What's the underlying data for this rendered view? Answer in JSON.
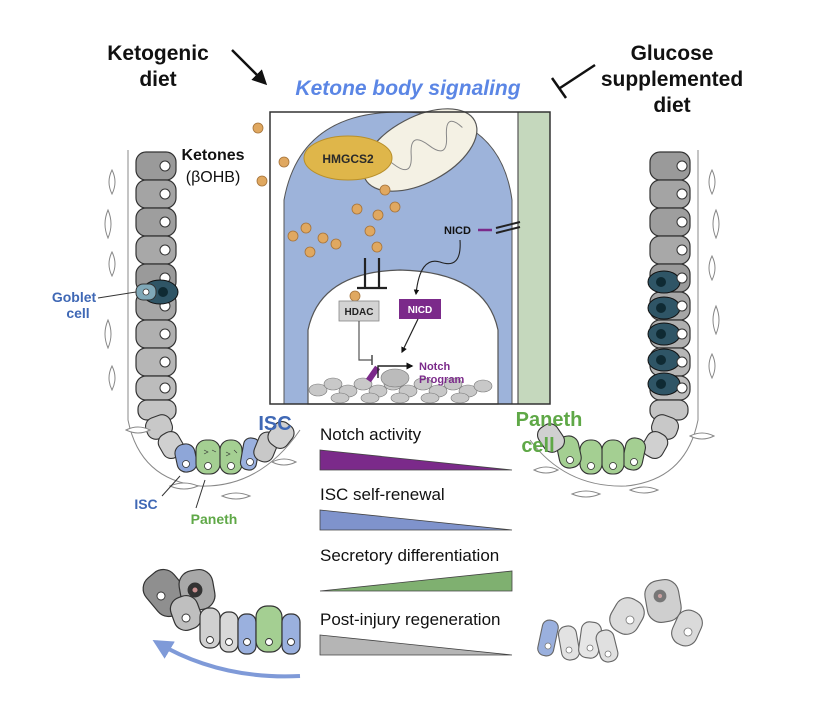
{
  "labels": {
    "ketogenic_line1": "Ketogenic",
    "ketogenic_line2": "diet",
    "glucose_line1": "Glucose",
    "glucose_line2": "supplemented",
    "glucose_line3": "diet",
    "center_title": "Ketone body signaling",
    "ketones_line1": "Ketones",
    "ketones_line2": "(βOHB)",
    "hmgcs2": "HMGCS2",
    "nicd_cyto": "NICD",
    "hdac": "HDAC",
    "nicd_nuc": "NICD",
    "notch_line1": "Notch",
    "notch_line2": "Program",
    "goblet_line1": "Goblet",
    "goblet_line2": "cell",
    "isc_big": "ISC",
    "paneth_line1": "Paneth",
    "paneth_line2": "cell",
    "isc_small": "ISC",
    "paneth_small": "Paneth"
  },
  "gradients": [
    {
      "label": "Notch activity",
      "direction": "decreasing",
      "color": "#7b2a8a"
    },
    {
      "label": "ISC self-renewal",
      "direction": "decreasing",
      "color": "#7f93cc"
    },
    {
      "label": "Secretory differentiation",
      "direction": "increasing",
      "color": "#7fb070"
    },
    {
      "label": "Post-injury regeneration",
      "direction": "decreasing",
      "color": "#b5b5b5"
    }
  ],
  "colors": {
    "title_blue": "#5b86e5",
    "isc_blue": "#3f68b5",
    "paneth_green": "#5fa847",
    "goblet_dark": "#2f5566",
    "notch_purple": "#7b2a8a",
    "cytoplasm": "#9db3da",
    "ketone": "#e0a860",
    "hmgcs2": "#dfb64a"
  }
}
